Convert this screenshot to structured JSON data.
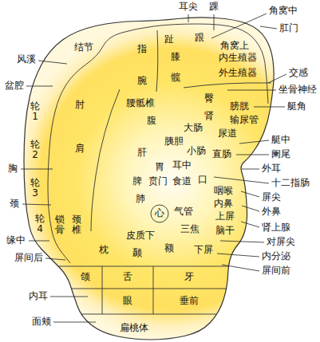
{
  "diagram": {
    "labels": [
      "耳尖",
      "踝",
      "角窝中",
      "肛门",
      "跟",
      "趾",
      "角窝上",
      "结节",
      "指",
      "膝",
      "内生殖器",
      "风溪",
      "交感",
      "外生殖器",
      "髋",
      "腕",
      "盆腔",
      "坐骨神经",
      "臀",
      "腰骶椎",
      "肘",
      "膀胱",
      "艇角",
      "轮1",
      "肾",
      "输尿管",
      "腹",
      "大肠",
      "尿道",
      "艇中",
      "胰胆",
      "肩",
      "轮2",
      "小肠",
      "肝",
      "阑尾",
      "直肠",
      "耳中",
      "胃",
      "外耳",
      "胸",
      "口",
      "脾",
      "贲门",
      "食道",
      "十二指肠",
      "轮3",
      "咽喉",
      "屏尖",
      "肺",
      "颈",
      "内鼻",
      "气管",
      "外鼻",
      "心",
      "上屏",
      "轮4",
      "锁骨",
      "颈椎",
      "肾上腺",
      "三焦",
      "脑干",
      "皮质下",
      "缘中",
      "对屏尖",
      "额",
      "枕",
      "下屏",
      "颞",
      "内分泌",
      "屏间后",
      "屏间前",
      "颌",
      "舌",
      "牙",
      "内耳",
      "眼",
      "垂前",
      "面颊",
      "扁桃体"
    ]
  }
}
